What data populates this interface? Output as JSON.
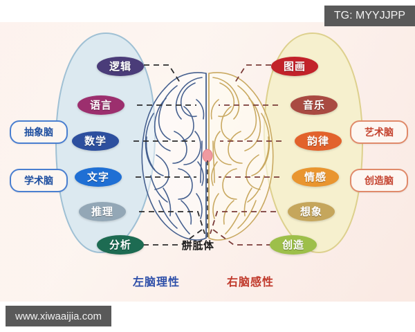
{
  "watermarks": {
    "telegram": "TG: MYYJJPP",
    "site": "www.xiwaaijia.com"
  },
  "diagram": {
    "center_label": "胼胝体",
    "left_caption": "左脑理性",
    "right_caption": "右脑感性",
    "left_brain": {
      "side": "left",
      "outline_color": "#46608f",
      "blob_fill": "#dce9f0",
      "blob_stroke": "#9fc0d4",
      "categories": [
        {
          "label": "抽象脑",
          "accent": "#4a7fd0"
        },
        {
          "label": "学术脑",
          "accent": "#4a7fd0"
        }
      ],
      "functions": [
        {
          "label": "逻辑",
          "color": "#4a3c79"
        },
        {
          "label": "语言",
          "color": "#9c2f6e"
        },
        {
          "label": "数学",
          "color": "#2d4f9e"
        },
        {
          "label": "文字",
          "color": "#1f6fd4"
        },
        {
          "label": "推理",
          "color": "#93a7b6"
        },
        {
          "label": "分析",
          "color": "#1d6b52"
        }
      ]
    },
    "right_brain": {
      "side": "right",
      "outline_color": "#caa96a",
      "blob_fill": "#f6f0ce",
      "blob_stroke": "#ddd08d",
      "categories": [
        {
          "label": "艺术脑",
          "accent": "#e08a6a"
        },
        {
          "label": "创造脑",
          "accent": "#e08a6a"
        }
      ],
      "functions": [
        {
          "label": "图画",
          "color": "#c2222a"
        },
        {
          "label": "音乐",
          "color": "#a94a42"
        },
        {
          "label": "韵律",
          "color": "#e2622c"
        },
        {
          "label": "情感",
          "color": "#e9952f"
        },
        {
          "label": "想象",
          "color": "#c5a65c"
        },
        {
          "label": "创造",
          "color": "#9dbf4a"
        }
      ]
    }
  },
  "colors": {
    "background": "#fdf3ef",
    "badge_background": "#595959",
    "badge_text": "#f2f2f2",
    "corpus_dot": "#f09aa0"
  }
}
